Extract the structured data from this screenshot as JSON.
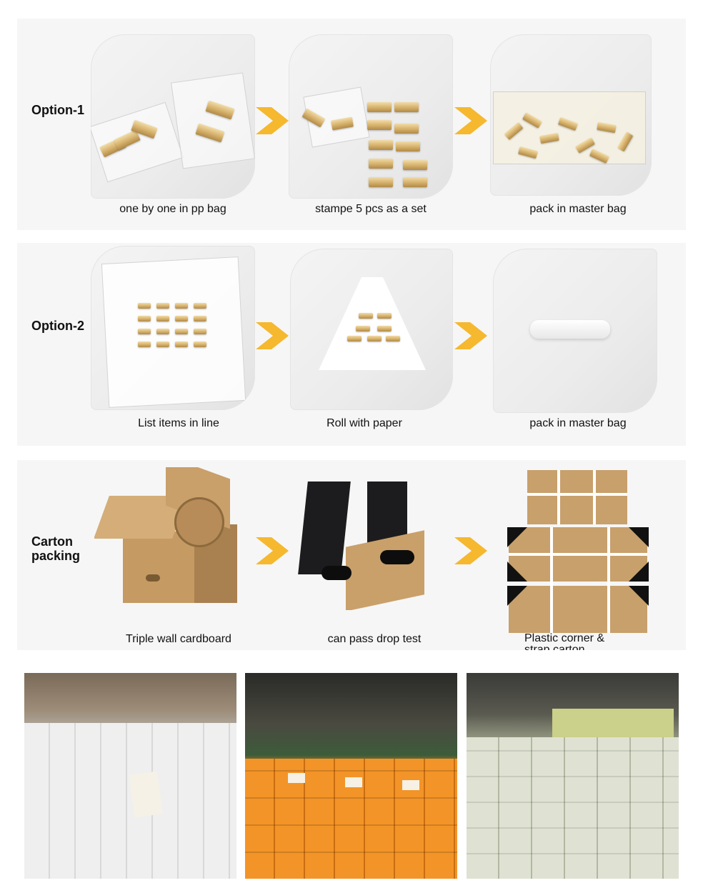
{
  "rows": [
    {
      "label": "Option-1",
      "steps": [
        "one by one in pp bag",
        "stampe 5 pcs  as a set",
        "pack in master bag"
      ]
    },
    {
      "label": "Option-2",
      "steps": [
        "List items in line",
        "Roll with paper",
        "pack in master bag"
      ]
    },
    {
      "label": "Carton\npacking",
      "steps": [
        "Triple wall cardboard",
        "can pass drop test",
        "Plastic corner &\nstrap carton"
      ]
    }
  ],
  "colors": {
    "arrow": "#f5b82e",
    "panel": "#f6f6f6",
    "cardboard": "#c9a06a",
    "orange_carton": "#f28c1c"
  },
  "icons": [
    "chevron-right-icon"
  ]
}
